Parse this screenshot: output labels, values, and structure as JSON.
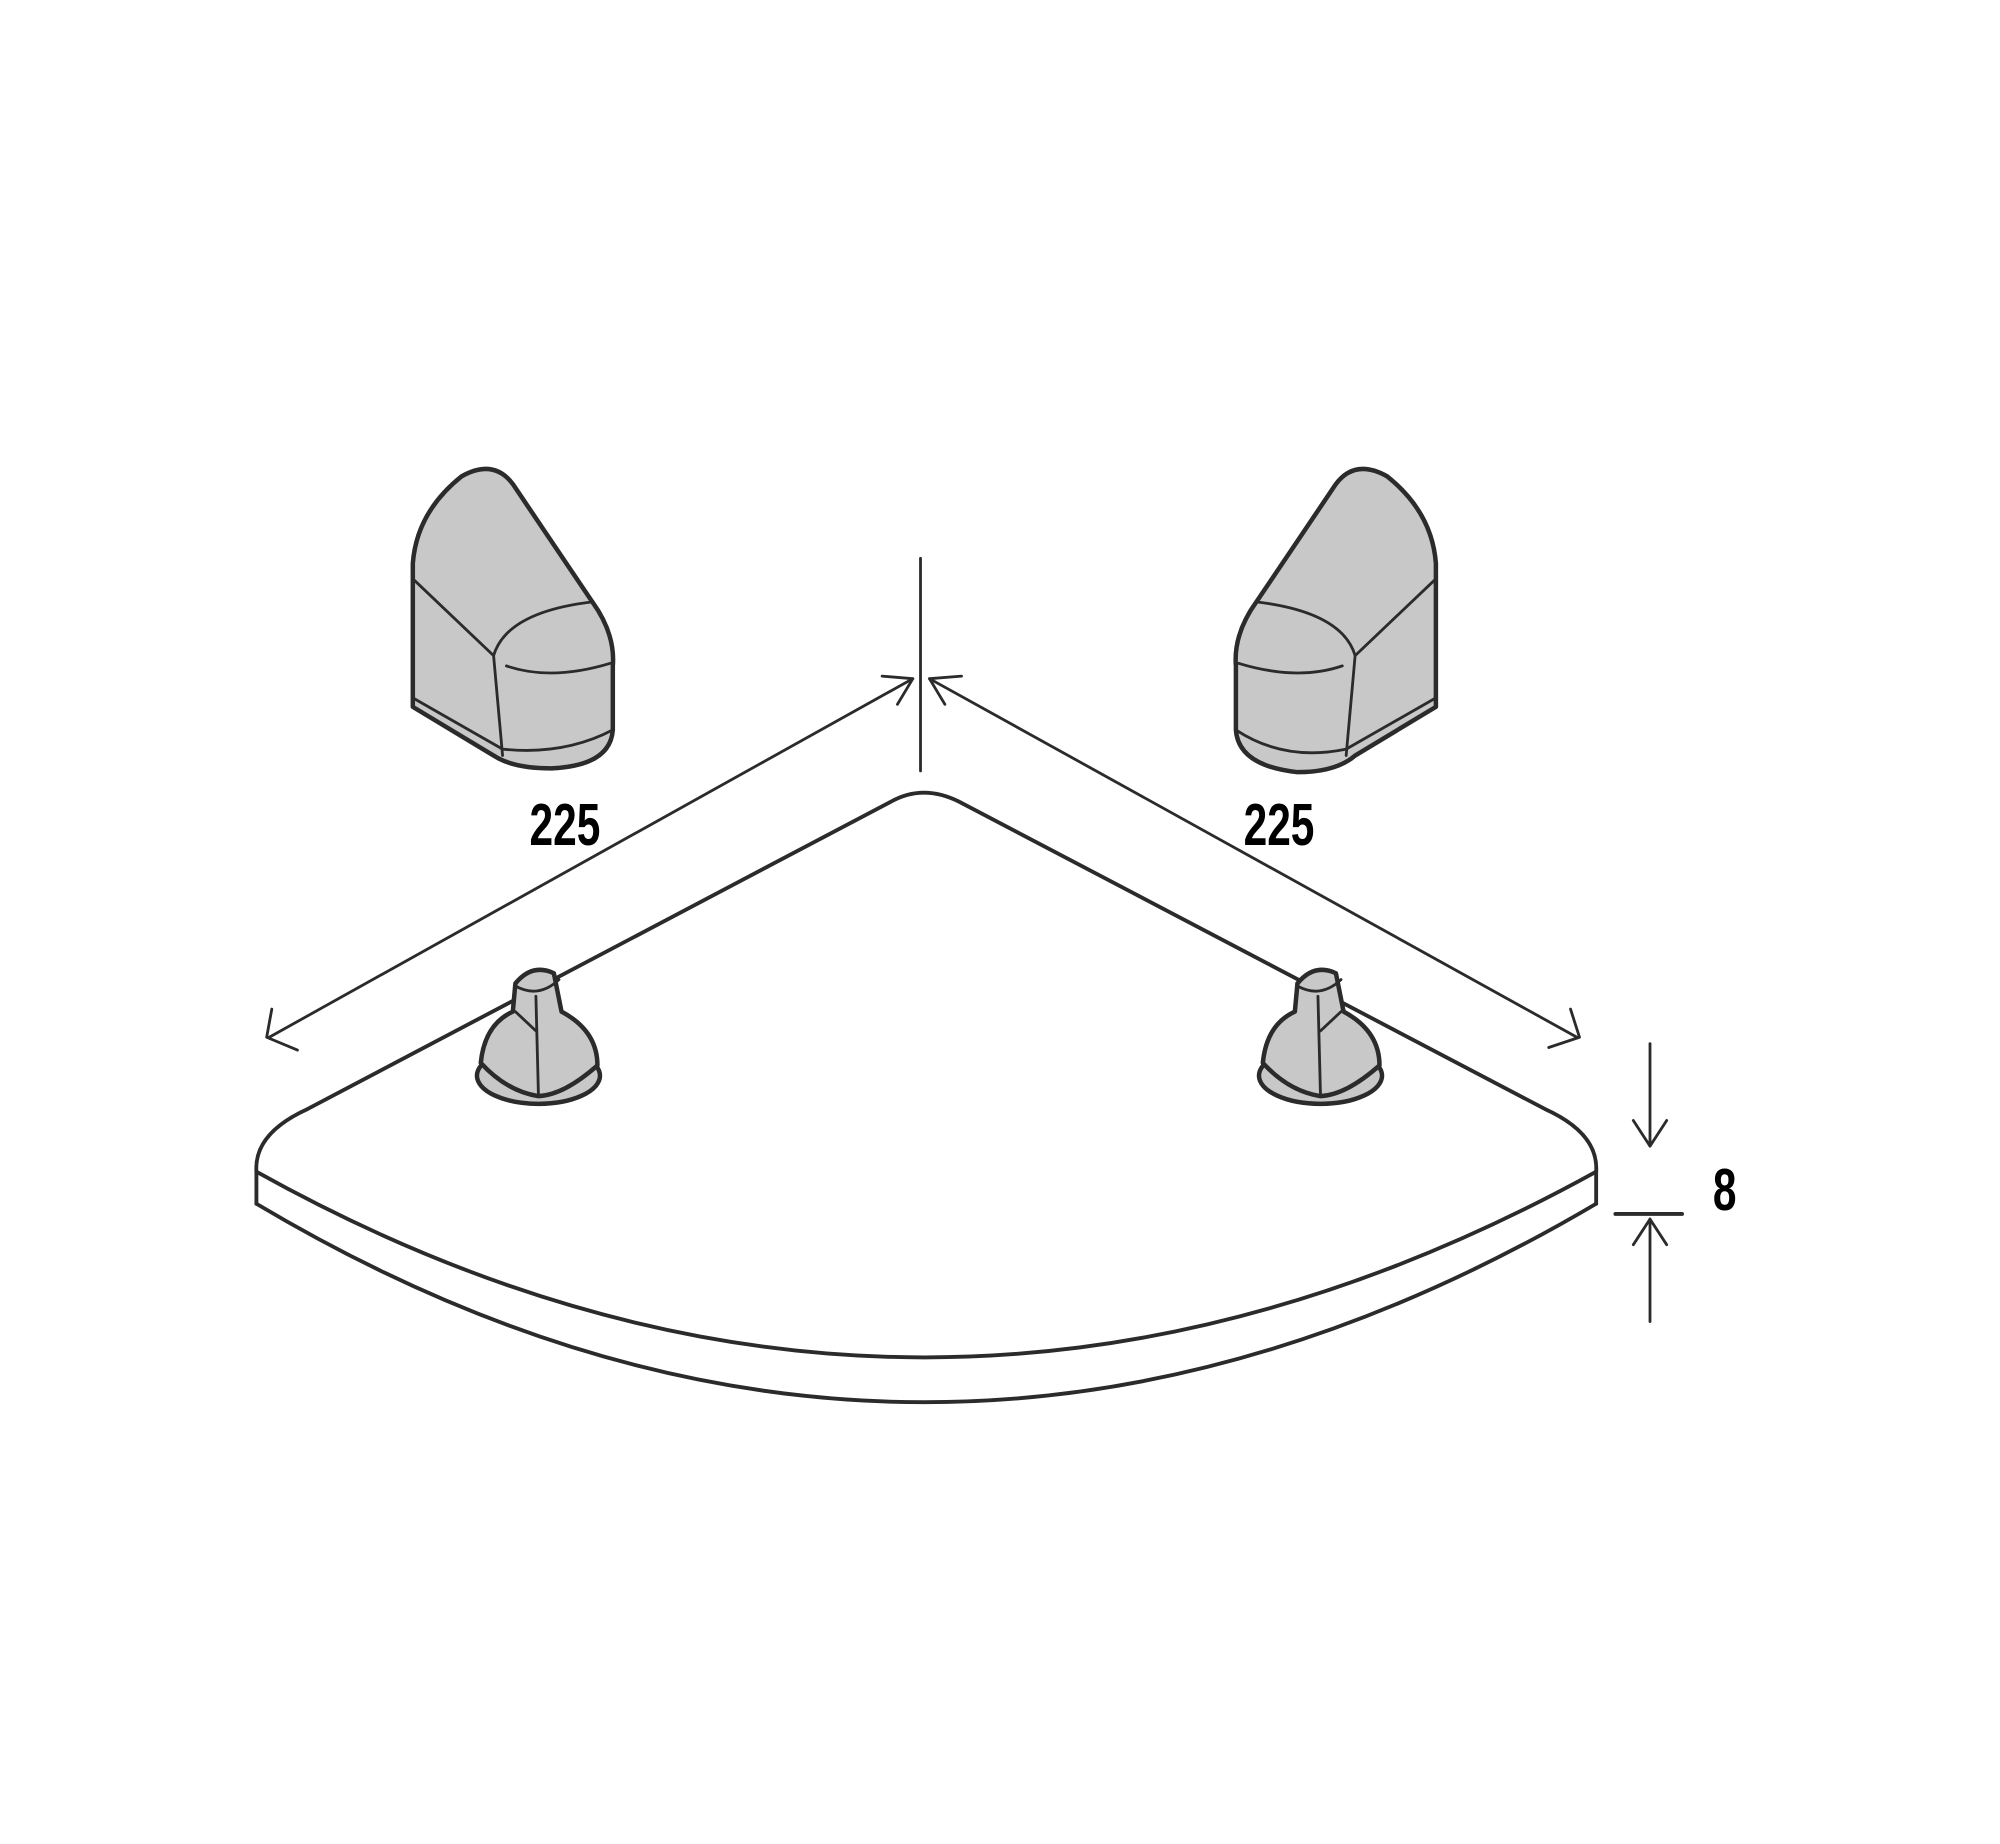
{
  "dimensions": {
    "left_edge": "225",
    "right_edge": "225",
    "thickness": "8"
  },
  "colors": {
    "stroke": "#2b2b2b",
    "part_fill": "#c8c8c8",
    "background": "#ffffff"
  }
}
